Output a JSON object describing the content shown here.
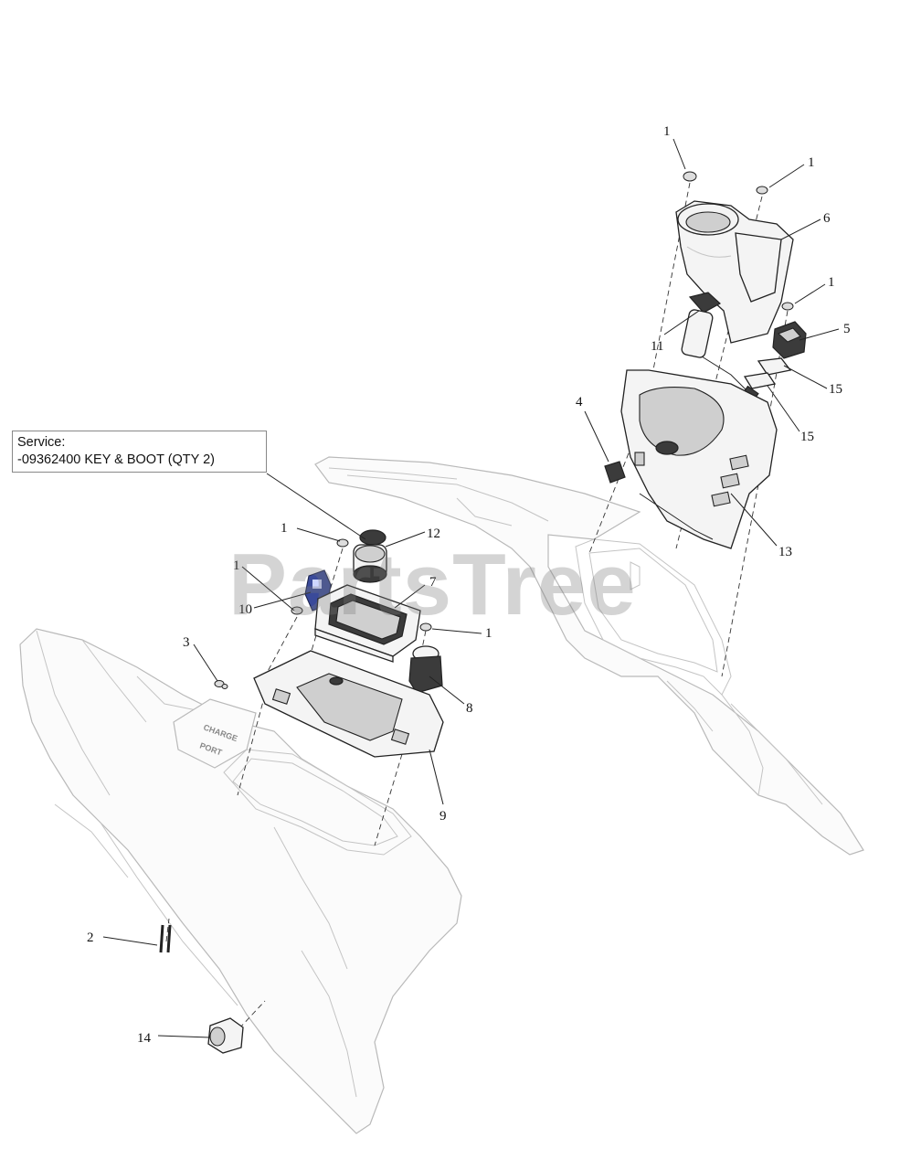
{
  "service_note": {
    "heading": "Service:",
    "line": "-09362400  KEY & BOOT (QTY 2)"
  },
  "watermark": "PartsTree",
  "charge_port_label": [
    "CHARGE",
    "PORT"
  ],
  "callouts": [
    {
      "id": "c1a",
      "label": "1"
    },
    {
      "id": "c1b",
      "label": "1"
    },
    {
      "id": "c6",
      "label": "6"
    },
    {
      "id": "c1c",
      "label": "1"
    },
    {
      "id": "c5",
      "label": "5"
    },
    {
      "id": "c11",
      "label": "11"
    },
    {
      "id": "c15a",
      "label": "15"
    },
    {
      "id": "c15b",
      "label": "15"
    },
    {
      "id": "c4",
      "label": "4"
    },
    {
      "id": "c13",
      "label": "13"
    },
    {
      "id": "c12",
      "label": "12"
    },
    {
      "id": "c1d",
      "label": "1"
    },
    {
      "id": "c1e",
      "label": "1"
    },
    {
      "id": "c7",
      "label": "7"
    },
    {
      "id": "c10",
      "label": "10"
    },
    {
      "id": "c1f",
      "label": "1"
    },
    {
      "id": "c3",
      "label": "3"
    },
    {
      "id": "c8",
      "label": "8"
    },
    {
      "id": "c9",
      "label": "9"
    },
    {
      "id": "c2",
      "label": "2"
    },
    {
      "id": "c14",
      "label": "14"
    }
  ]
}
